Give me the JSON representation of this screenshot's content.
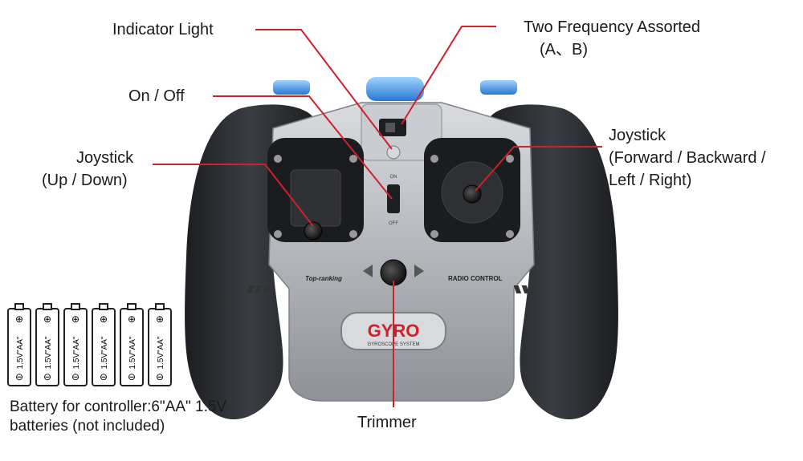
{
  "labels": {
    "indicator_light": "Indicator Light",
    "two_frequency": "Two Frequency Assorted",
    "two_frequency_sub": "(A、B)",
    "on_off": "On / Off",
    "joystick_left_1": "Joystick",
    "joystick_left_2": "(Up / Down)",
    "joystick_right_1": "Joystick",
    "joystick_right_2": "(Forward / Backward /",
    "joystick_right_3": "Left / Right)",
    "trimmer": "Trimmer"
  },
  "controller": {
    "brand_left": "Top-ranking",
    "brand_right": "RADIO CONTROL",
    "logo": "GYRO",
    "logo_sub": "GYROSCOPE SYSTEM",
    "switch_top": "ON",
    "switch_bottom": "OFF"
  },
  "battery": {
    "count": 6,
    "cell_text": "1.5V\"AA\"",
    "caption_line1": "Battery for controller:6\"AA\" 1.5V",
    "caption_line2": "batteries (not included)"
  },
  "colors": {
    "leader_line": "#d0202a",
    "grip": "#2b2d31",
    "body": "#b9bcc1",
    "accent_blue": "#2a78d0"
  }
}
